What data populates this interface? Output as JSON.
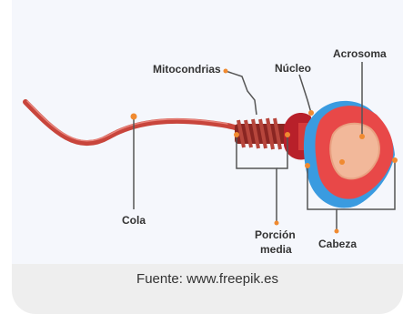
{
  "diagram": {
    "labels": {
      "mitocondrias": "Mitocondrias",
      "nucleo": "Núcleo",
      "acrosoma": "Acrosoma",
      "cola": "Cola",
      "porcion_line1": "Porción",
      "porcion_line2": "media",
      "cabeza": "Cabeza"
    }
  },
  "caption": "Fuente: www.freepik.es",
  "colors": {
    "tail": "#c8453c",
    "midpiece": "#9c2a26",
    "neck": "#b8202a",
    "outer_blue": "#3a9be0",
    "acrosome": "#e84848",
    "nucleus": "#f2b89a",
    "marker": "#f08a30"
  }
}
